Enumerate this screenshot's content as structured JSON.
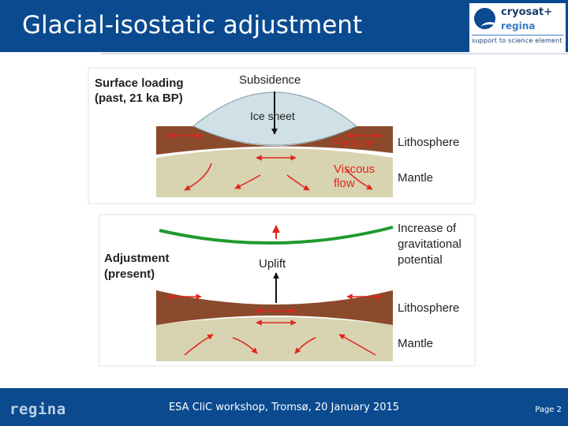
{
  "slide": {
    "title": "Glacial-isostatic adjustment",
    "logo": {
      "name": "cryosat+",
      "sub": "regina",
      "tagline": "support to science element"
    },
    "footer": {
      "logo": "regina",
      "event": "ESA CliC workshop, Tromsø, 20 January 2015",
      "page": "Page 2"
    }
  },
  "diagram": {
    "top_panel": {
      "title_line1": "Surface loading",
      "title_line2": "(past, 21 ka BP)",
      "subsidence": "Subsidence",
      "ice_sheet": "Ice sheet",
      "flexure": "Flexure",
      "viscous_line1": "Viscous",
      "viscous_line2": "flow",
      "lithosphere": "Lithosphere",
      "mantle": "Mantle"
    },
    "bottom_panel": {
      "title_line1": "Adjustment",
      "title_line2": "(present)",
      "uplift": "Uplift",
      "potential_line1": "Increase of",
      "potential_line2": "gravitational",
      "potential_line3": "potential",
      "lithosphere": "Lithosphere",
      "mantle": "Mantle"
    },
    "colors": {
      "lithosphere": "#8b4a2b",
      "mantle": "#d8d3b0",
      "ice": "#cfe0e7",
      "arrows": "#e0261d",
      "potential": "#1f9a2e"
    }
  }
}
